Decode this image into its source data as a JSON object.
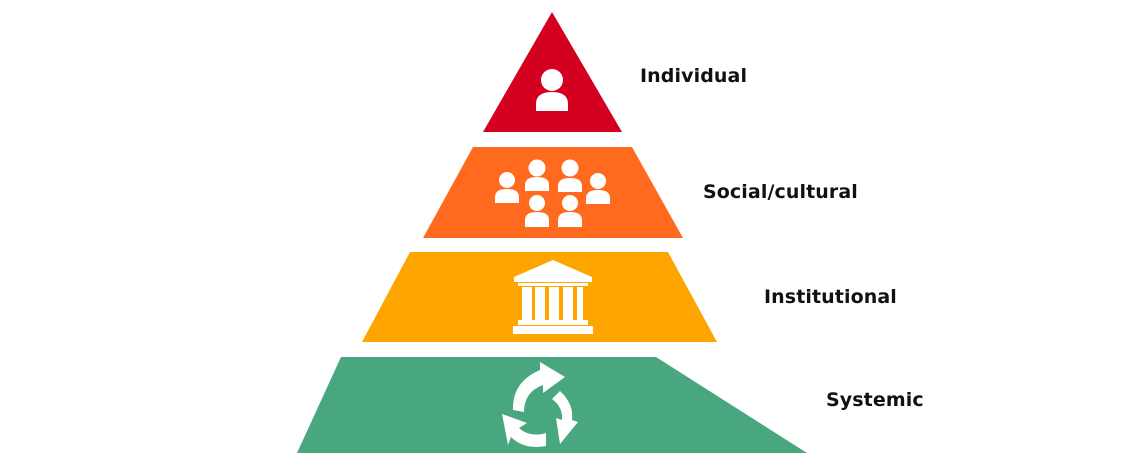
{
  "diagram": {
    "type": "pyramid",
    "levels": [
      {
        "label": "Individual",
        "icon": "person-icon",
        "color": "#D40020",
        "position": "top"
      },
      {
        "label": "Social/cultural",
        "icon": "group-of-people-icon",
        "color": "#FF6A1F",
        "position": "second"
      },
      {
        "label": "Institutional",
        "icon": "institution-building-icon",
        "color": "#FFA500",
        "position": "third"
      },
      {
        "label": "Systemic",
        "icon": "cycle-arrows-icon",
        "color": "#48A77E",
        "position": "bottom"
      }
    ]
  }
}
